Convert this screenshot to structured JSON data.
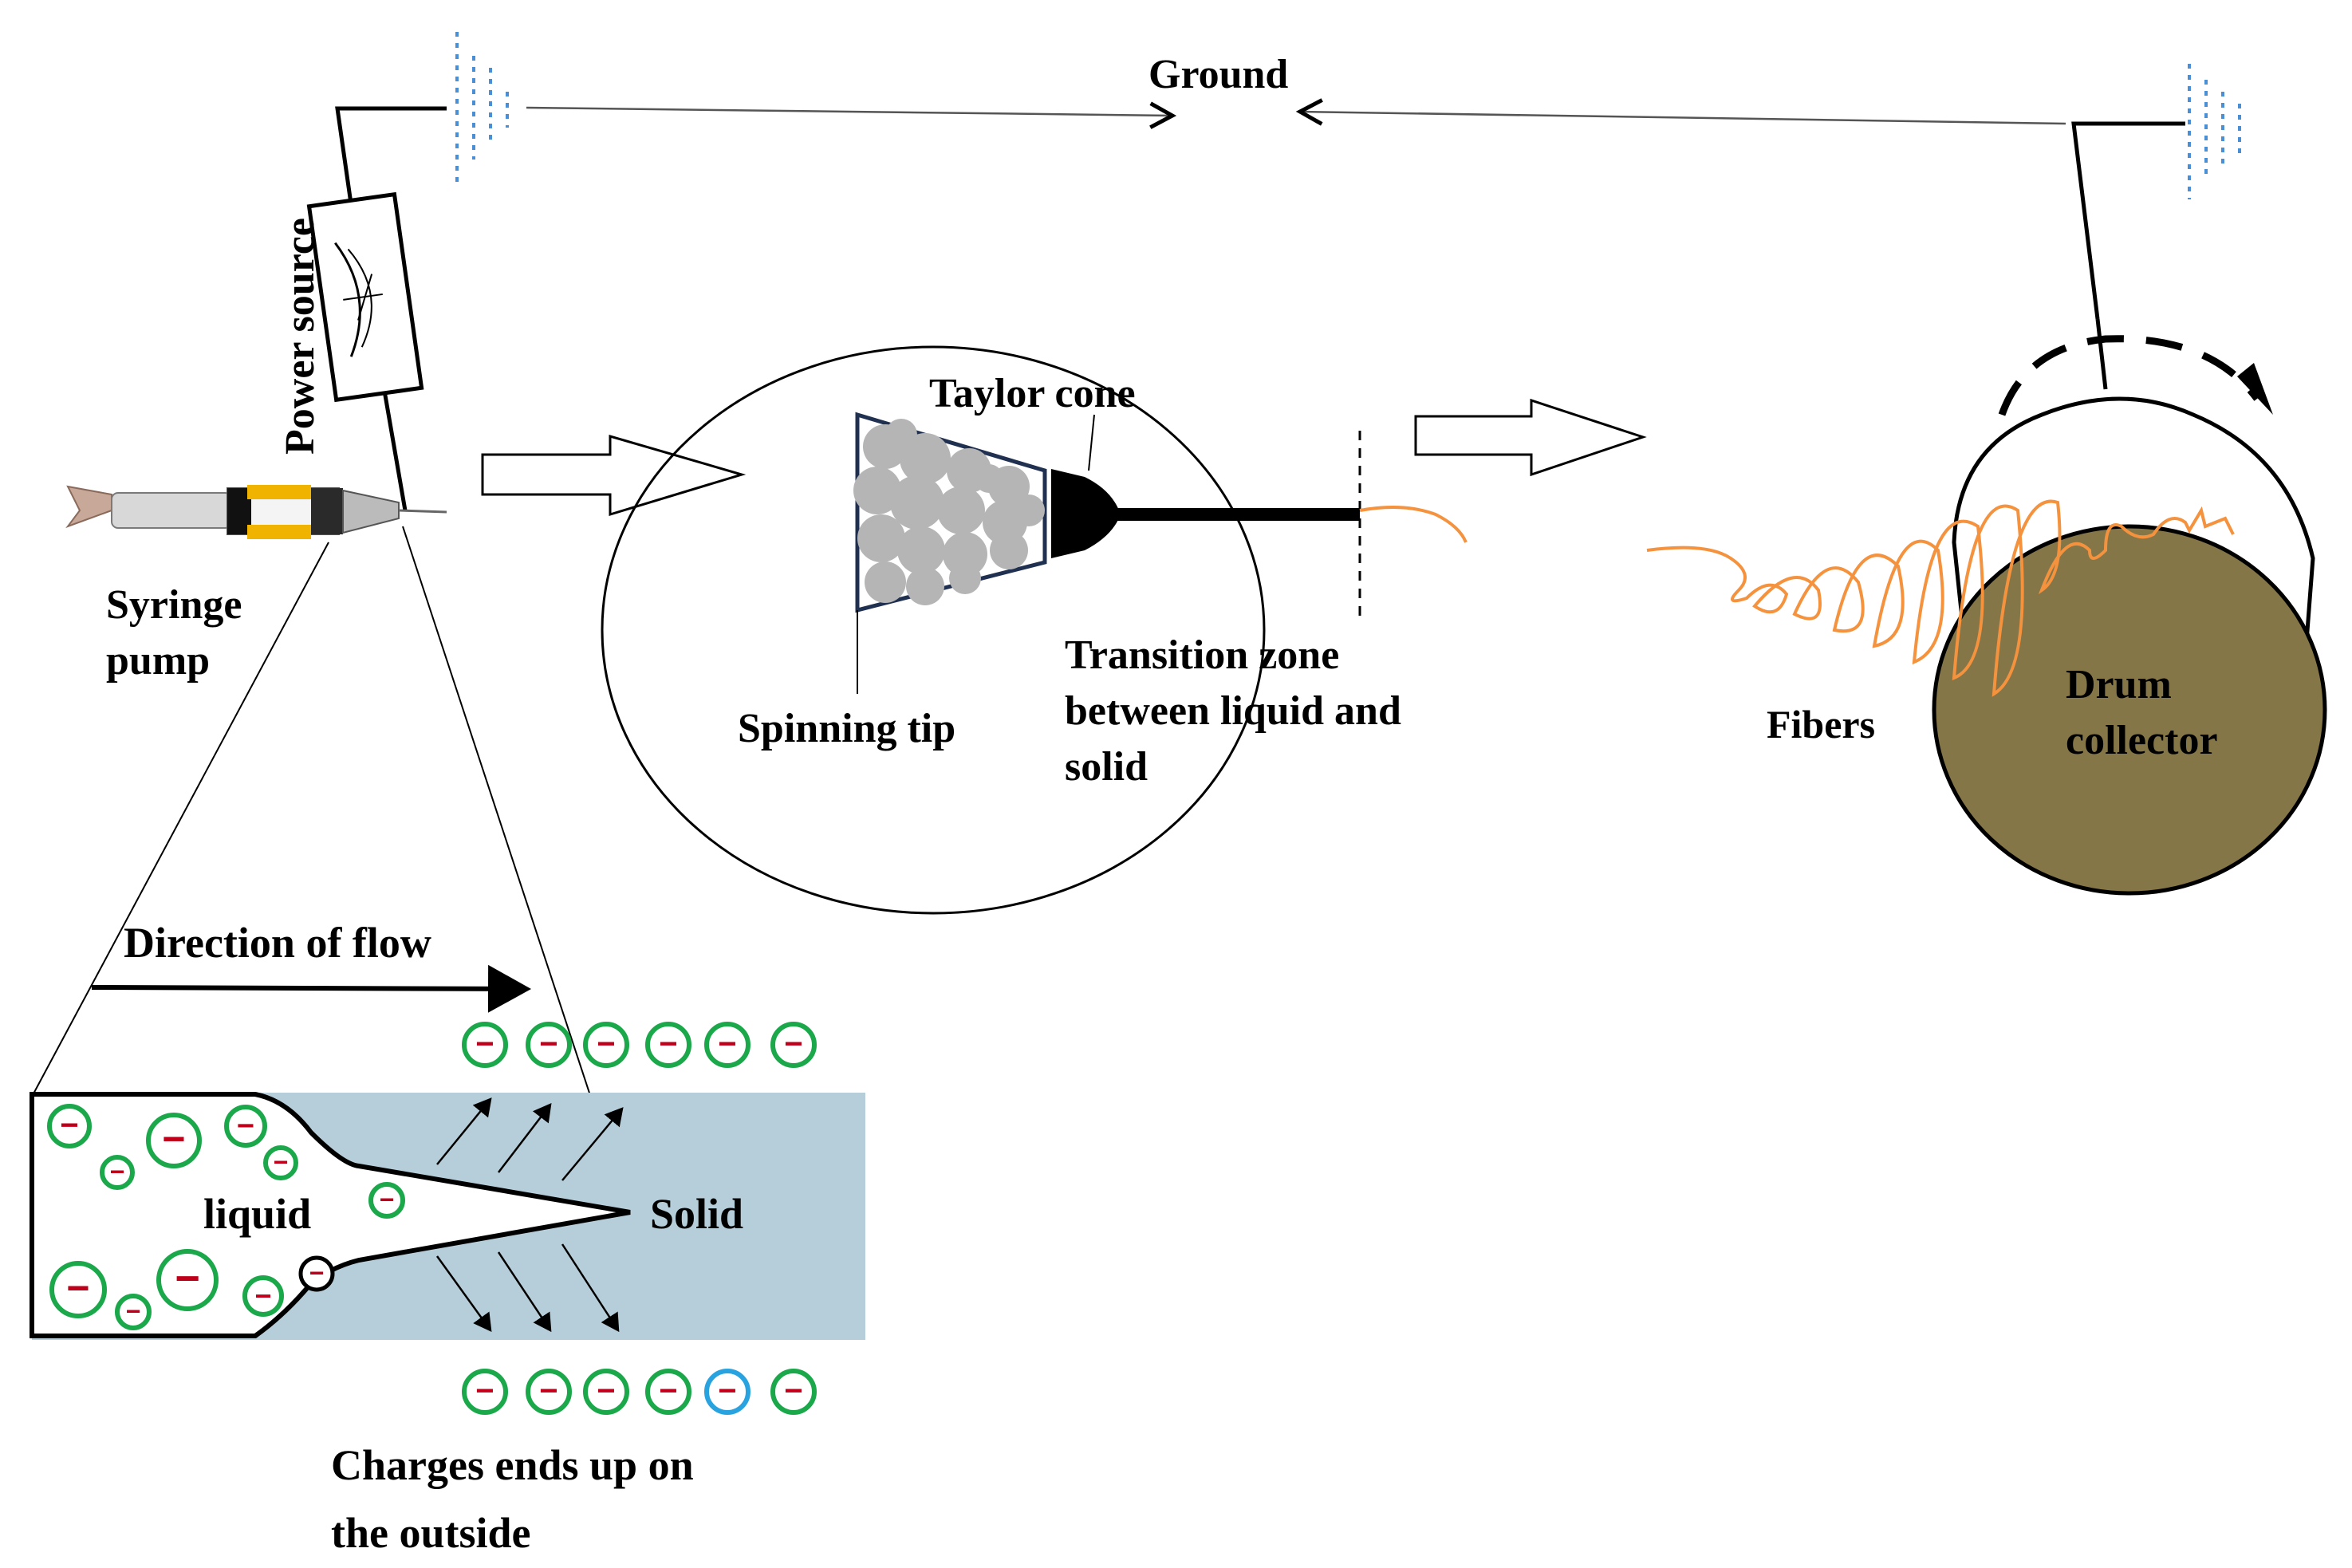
{
  "labels": {
    "ground": "Ground",
    "power_source": "Power source",
    "syringe_line1": "Syringe",
    "syringe_line2": "pump",
    "taylor_cone": "Taylor cone",
    "spinning_tip": "Spinning tip",
    "transition_line1": "Transition zone",
    "transition_line2": "between liquid and",
    "transition_line3": "solid",
    "fibers": "Fibers",
    "drum_line1": "Drum",
    "drum_line2": "collector",
    "direction_of_flow": "Direction of flow",
    "liquid": "liquid",
    "solid": "Solid",
    "charges_line1": "Charges ends up on",
    "charges_line2": "the outside"
  },
  "charge_symbol": "−",
  "colors": {
    "charge_ring": "#1aa84a",
    "charge_ring_alt": "#29a3e0",
    "charge_minus": "#c0001a",
    "ground_dash": "#4a8fd6",
    "fiber": "#f5923e",
    "drum_fill": "#857648",
    "tip_fill": "#b6ced9",
    "taylor_granules": "#b5b5b5"
  }
}
